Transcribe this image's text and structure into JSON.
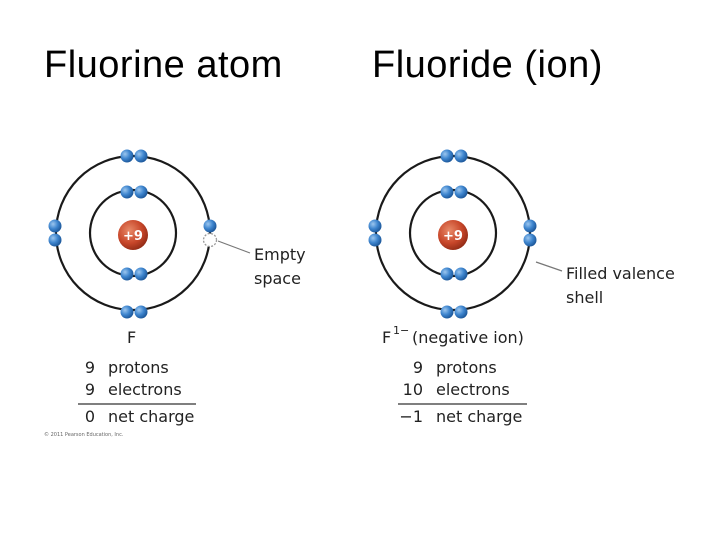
{
  "titles": {
    "left": "Fluorine atom",
    "right": "Fluoride (ion)"
  },
  "atom": {
    "nucleus_charge": "+9",
    "callout": [
      "Empty",
      "space"
    ],
    "symbol": "F",
    "rows": [
      {
        "num": "9",
        "label": "protons"
      },
      {
        "num": "9",
        "label": "electrons"
      },
      {
        "num": "0",
        "label": "net charge"
      }
    ],
    "copyright": "© 2011 Pearson Education, Inc."
  },
  "ion": {
    "nucleus_charge": "+9",
    "callout": [
      "Filled valence",
      "shell"
    ],
    "symbol": "F",
    "charge_sup": "1−",
    "symbol_note": "(negative ion)",
    "rows": [
      {
        "num": "9",
        "label": "protons"
      },
      {
        "num": "10",
        "label": "electrons"
      },
      {
        "num": "−1",
        "label": "net charge"
      }
    ]
  },
  "colors": {
    "nucleus": "#c8472a",
    "electron": "#3f86cf",
    "orbit": "#1a1a1a",
    "empty_spot": "#9a9a9a"
  }
}
